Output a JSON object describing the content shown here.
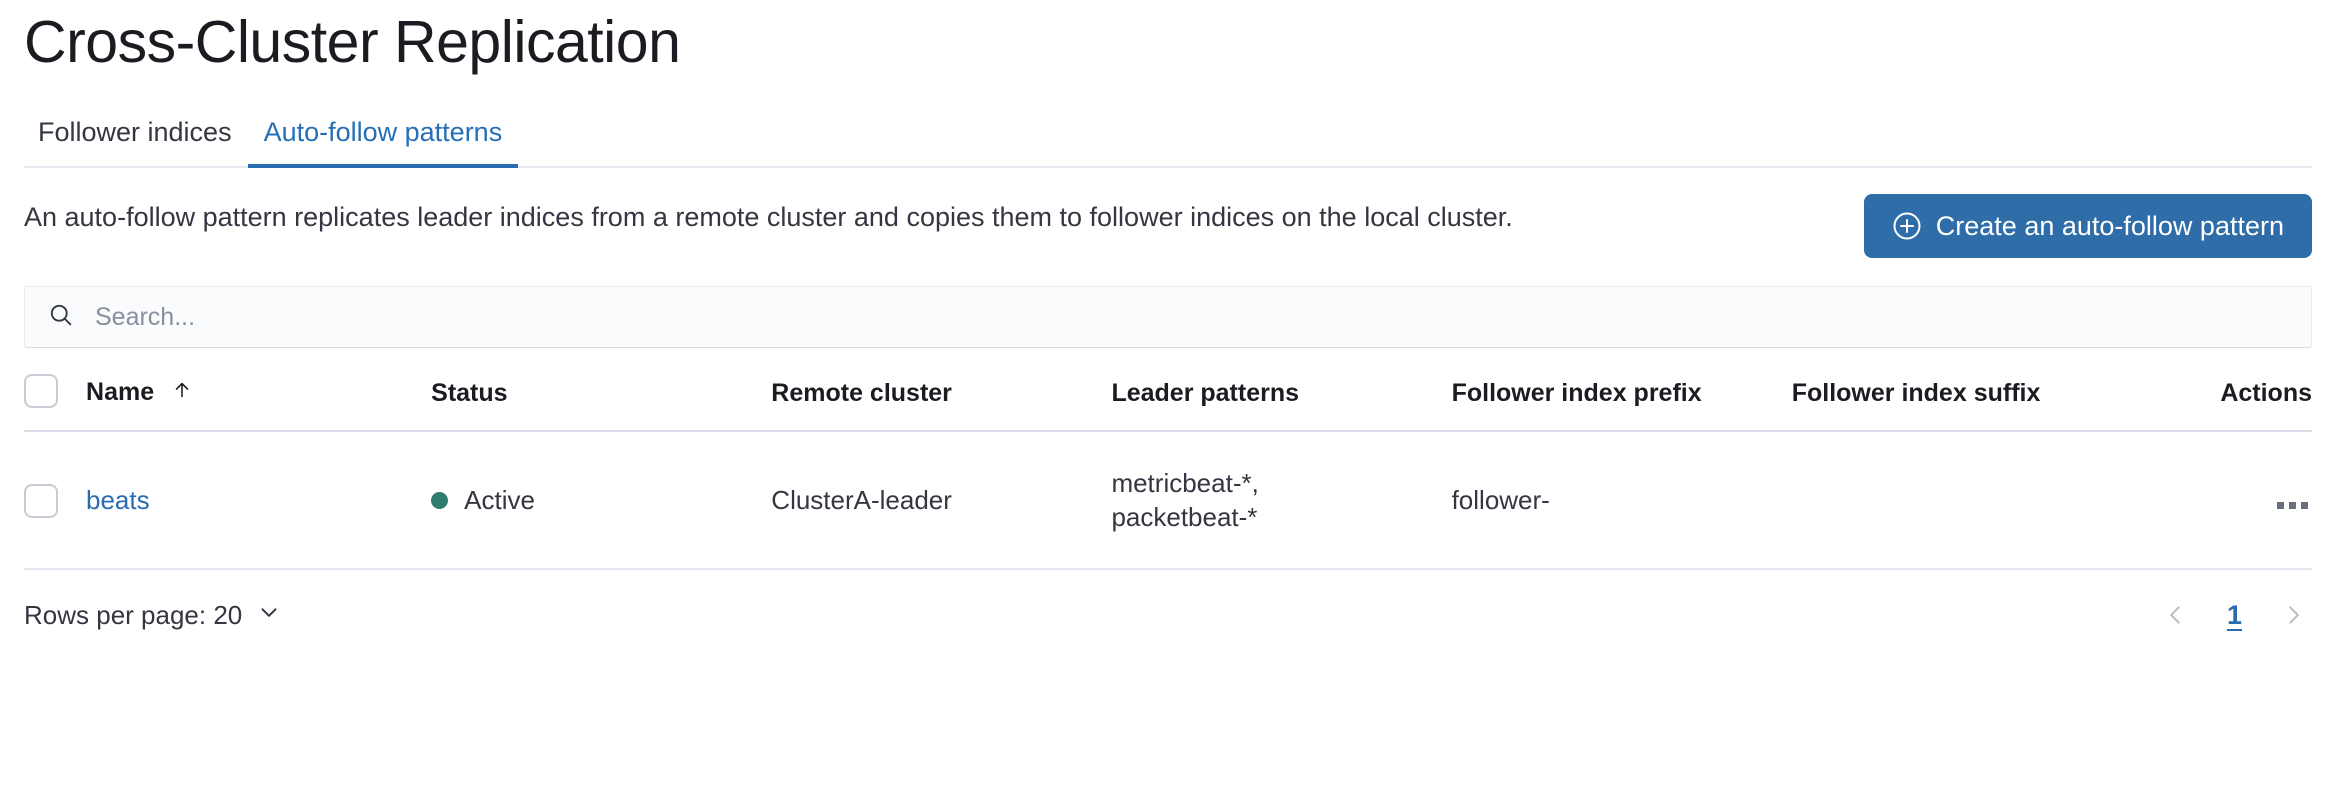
{
  "page": {
    "title": "Cross-Cluster Replication"
  },
  "tabs": [
    {
      "label": "Follower indices",
      "active": false
    },
    {
      "label": "Auto-follow patterns",
      "active": true
    }
  ],
  "intro": {
    "description": "An auto-follow pattern replicates leader indices from a remote cluster and copies them to follower indices on the local cluster.",
    "cta_label": "Create an auto-follow pattern",
    "cta_icon": "plus-in-circle-icon",
    "cta_color": "#2e6da8"
  },
  "search": {
    "placeholder": "Search...",
    "value": "",
    "icon": "search-icon"
  },
  "table": {
    "columns": [
      {
        "key": "select",
        "label": ""
      },
      {
        "key": "name",
        "label": "Name",
        "sort": "asc",
        "sort_icon": "arrow-up-icon"
      },
      {
        "key": "status",
        "label": "Status"
      },
      {
        "key": "remote_cluster",
        "label": "Remote cluster"
      },
      {
        "key": "leader_patterns",
        "label": "Leader patterns"
      },
      {
        "key": "follower_index_prefix",
        "label": "Follower index prefix"
      },
      {
        "key": "follower_index_suffix",
        "label": "Follower index suffix"
      },
      {
        "key": "actions",
        "label": "Actions"
      }
    ],
    "rows": [
      {
        "name": "beats",
        "status": "Active",
        "status_color": "#2e7d6f",
        "remote_cluster": "ClusterA-leader",
        "leader_patterns": "metricbeat-*,\npacketbeat-*",
        "follower_index_prefix": "follower-",
        "follower_index_suffix": "",
        "actions_icon": "more-horizontal-icon"
      }
    ]
  },
  "footer": {
    "rows_per_page_label": "Rows per page: 20",
    "rows_per_page_icon": "chevron-down-icon",
    "prev_icon": "chevron-left-icon",
    "next_icon": "chevron-right-icon",
    "current_page": "1"
  }
}
